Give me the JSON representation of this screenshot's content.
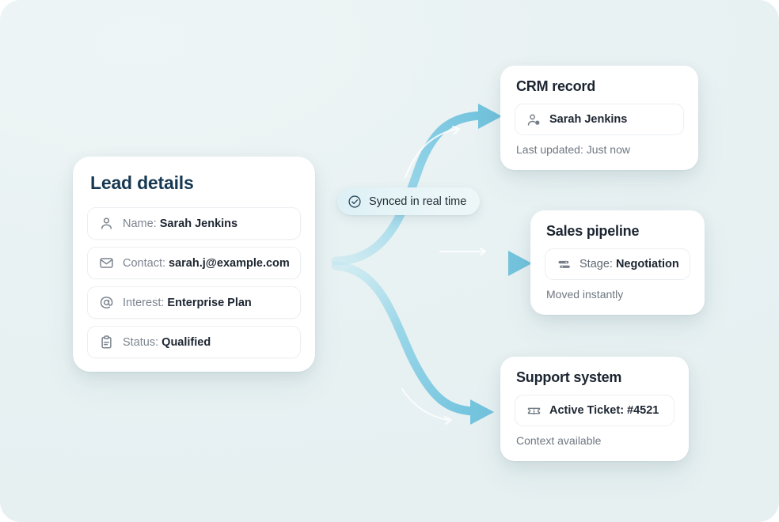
{
  "canvas": {
    "background_color": "#e8f1f2",
    "accent_color": "#7cc8de",
    "card_color": "#ffffff"
  },
  "lead_card": {
    "title": "Lead details",
    "rows": [
      {
        "icon": "user-icon",
        "label": "Name:",
        "value": "Sarah Jenkins"
      },
      {
        "icon": "envelope-icon",
        "label": "Contact:",
        "value": "sarah.j@example.com"
      },
      {
        "icon": "at-sign-icon",
        "label": "Interest:",
        "value": "Enterprise Plan"
      },
      {
        "icon": "clipboard-icon",
        "label": "Status:",
        "value": "Qualified"
      }
    ]
  },
  "badge": {
    "icon": "check-circle-icon",
    "label": "Synced in real time"
  },
  "targets": [
    {
      "id": "crm",
      "title": "CRM record",
      "pill": {
        "icon": "user-check-icon",
        "label": "",
        "value": "Sarah Jenkins"
      },
      "note": "Last updated: Just now"
    },
    {
      "id": "pipeline",
      "title": "Sales pipeline",
      "pill": {
        "icon": "sliders-icon",
        "label": "Stage:",
        "value": "Negotiation"
      },
      "note": "Moved instantly"
    },
    {
      "id": "support",
      "title": "Support system",
      "pill": {
        "icon": "ticket-icon",
        "label": "",
        "value": "Active Ticket: #4521"
      },
      "note": "Context available"
    }
  ]
}
